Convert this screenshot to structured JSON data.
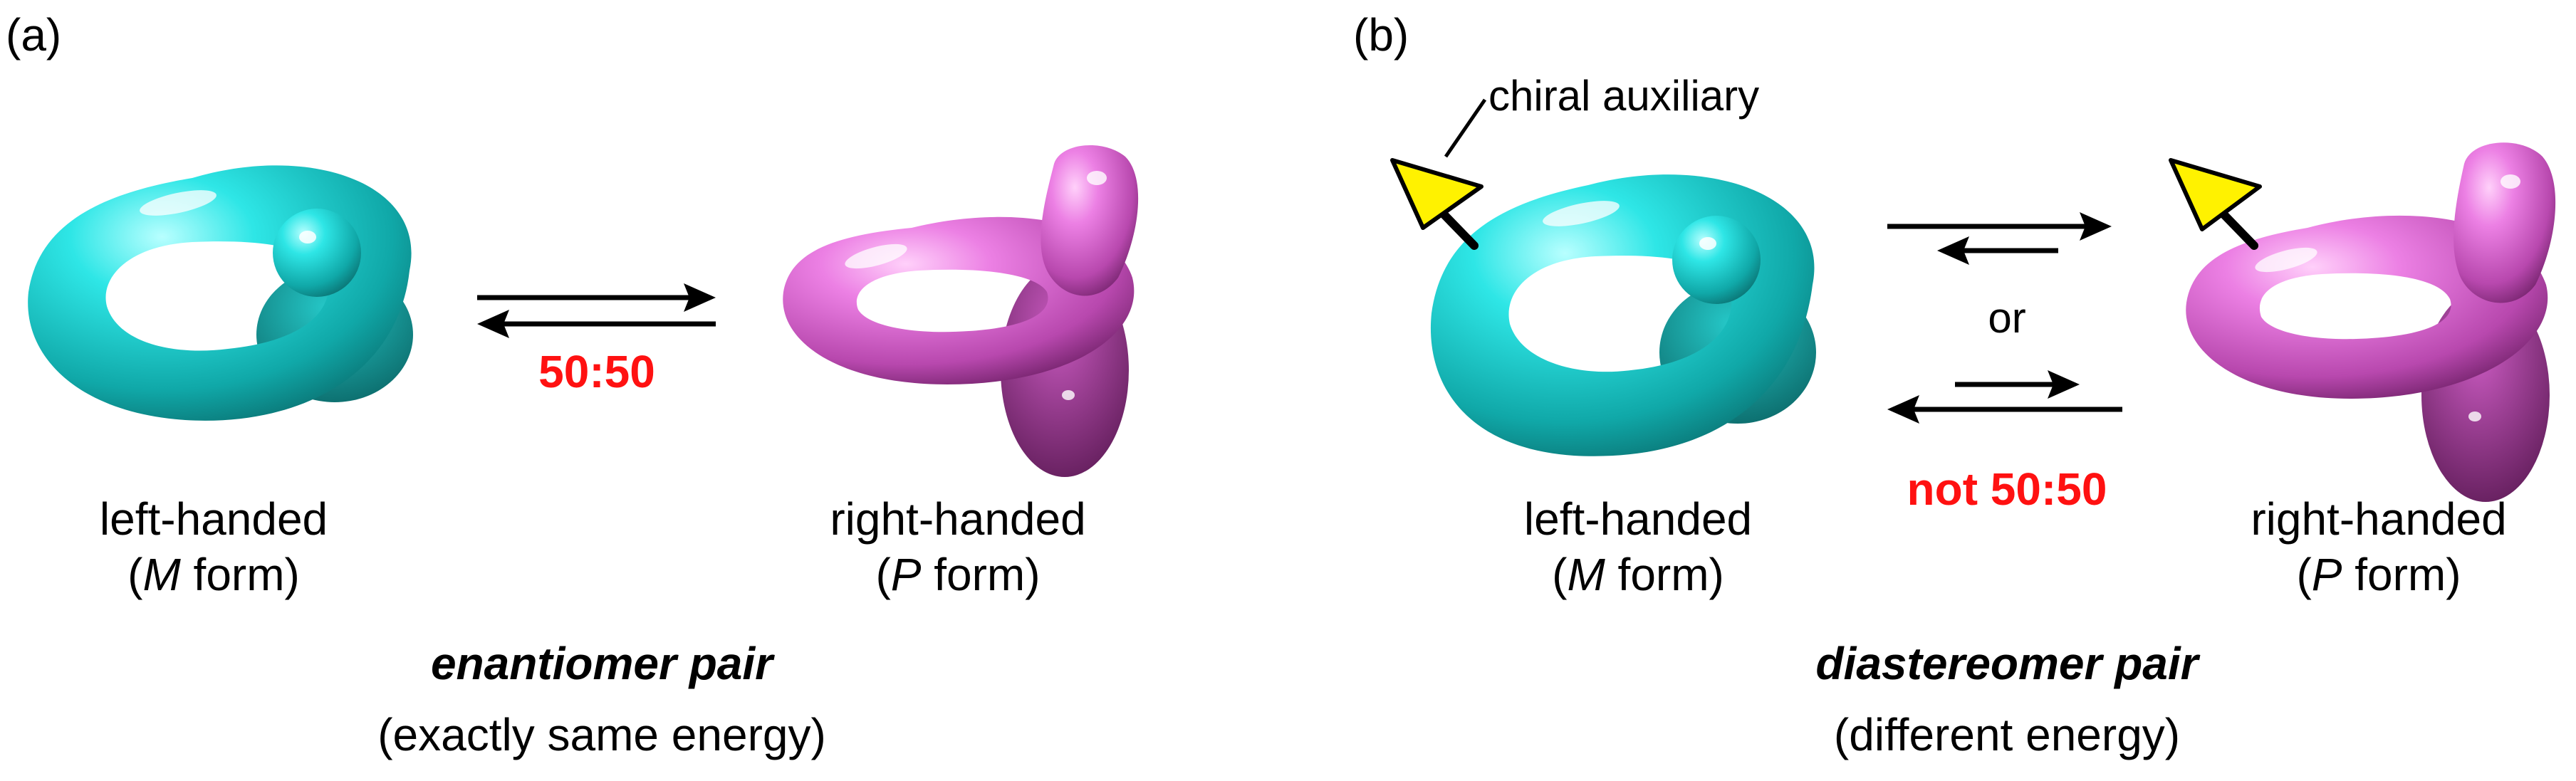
{
  "colors": {
    "m_form": "#1fd8d8",
    "p_form": "#e472dc",
    "auxiliary": "#fff200",
    "ratio_text": "#ff1111"
  },
  "panel_a": {
    "label": "(a)",
    "left": {
      "line1": "left-handed",
      "line2_italic": "M",
      "line2_rest": " form)",
      "open": "("
    },
    "right": {
      "line1": "right-handed",
      "line2_italic": "P",
      "line2_rest": " form)",
      "open": "("
    },
    "ratio": "50:50",
    "pair_name": "enantiomer pair",
    "energy": "(exactly same energy)"
  },
  "panel_b": {
    "label": "(b)",
    "auxiliary_label": "chiral auxiliary",
    "or_label": "or",
    "left": {
      "line1": "left-handed",
      "line2_italic": "M",
      "line2_rest": " form)",
      "open": "("
    },
    "right": {
      "line1": "right-handed",
      "line2_italic": "P",
      "line2_rest": " form)",
      "open": "("
    },
    "ratio": "not 50:50",
    "pair_name": "diastereomer pair",
    "energy": "(different energy)"
  }
}
